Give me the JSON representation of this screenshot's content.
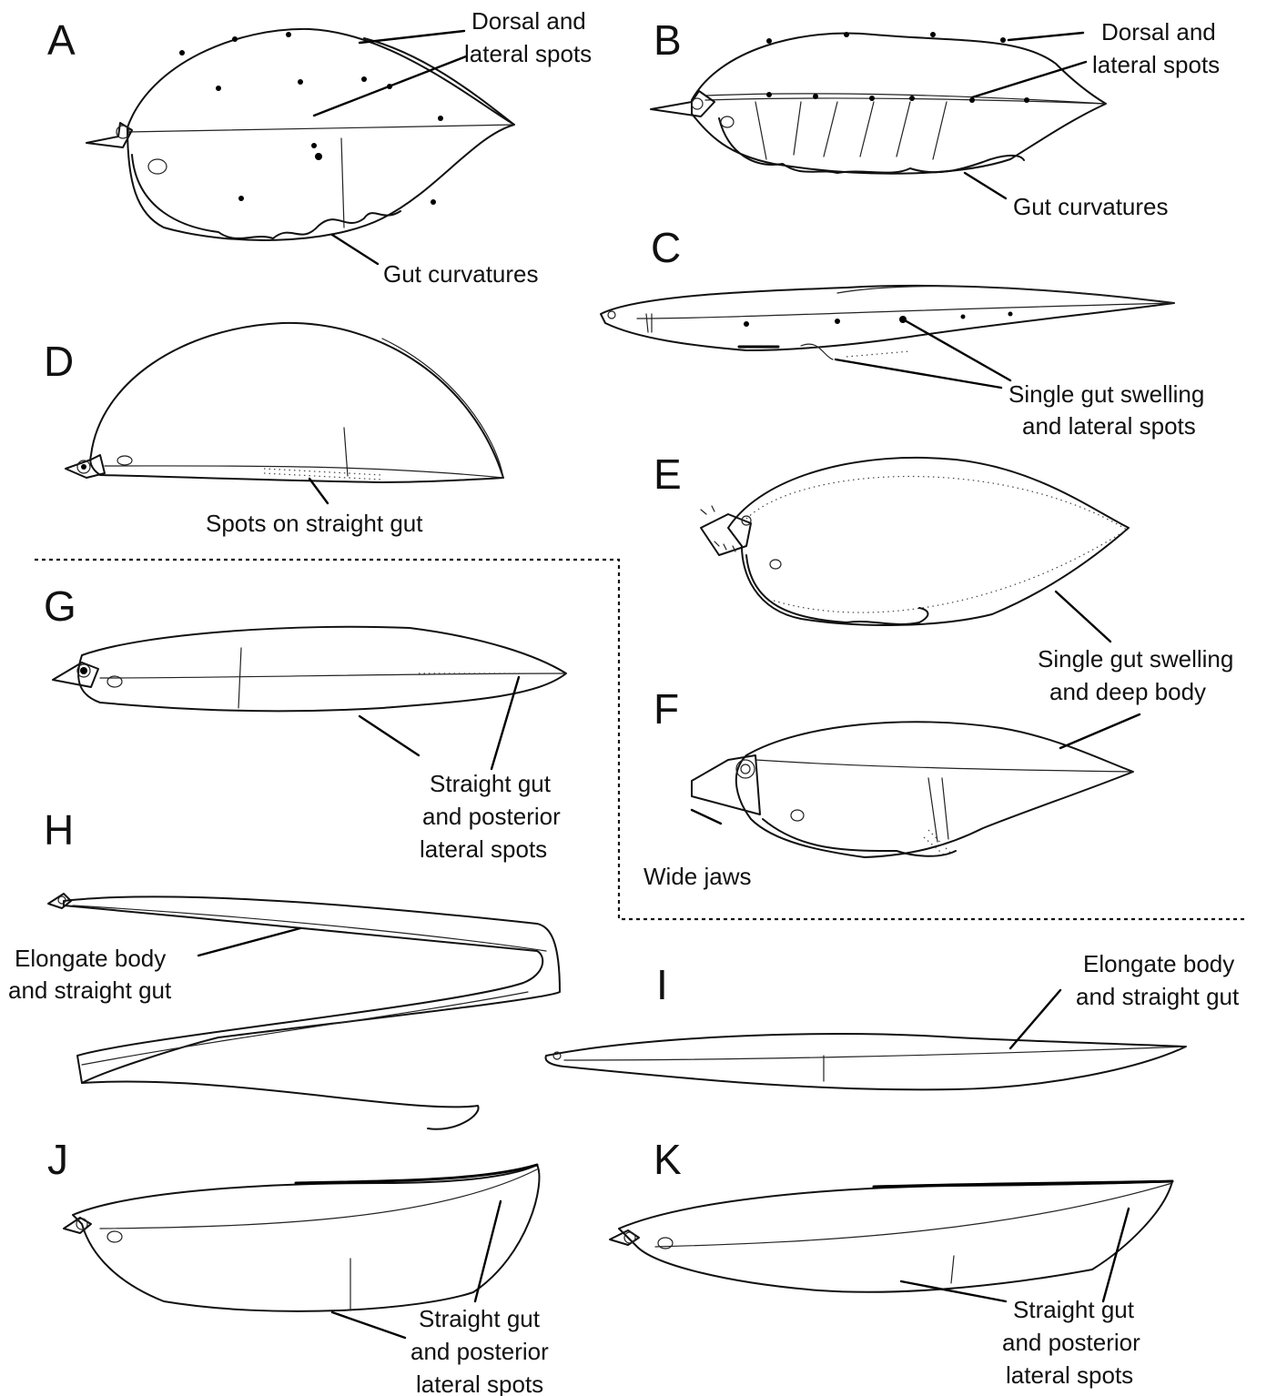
{
  "panels": {
    "A": {
      "letter": "A",
      "caption_line1": "Dorsal and",
      "caption_line2": "lateral spots",
      "caption2_line1": "Gut curvatures"
    },
    "B": {
      "letter": "B",
      "caption_line1": "Dorsal and",
      "caption_line2": "lateral spots",
      "caption2_line1": "Gut curvatures"
    },
    "C": {
      "letter": "C",
      "caption_line1": "Single gut swelling",
      "caption_line2": "and lateral spots"
    },
    "D": {
      "letter": "D",
      "caption_line1": "Spots on straight gut"
    },
    "E": {
      "letter": "E",
      "caption_line1": "Single gut swelling",
      "caption_line2": "and deep body"
    },
    "F": {
      "letter": "F",
      "caption_line1": "Wide jaws"
    },
    "G": {
      "letter": "G",
      "caption_line1": "Straight gut",
      "caption_line2": "and posterior",
      "caption_line3": "lateral spots"
    },
    "H": {
      "letter": "H",
      "caption_line1": "Elongate body",
      "caption_line2": "and straight gut"
    },
    "I": {
      "letter": "I",
      "caption_line1": "Elongate body",
      "caption_line2": "and straight gut"
    },
    "J": {
      "letter": "J",
      "caption_line1": "Straight gut",
      "caption_line2": "and posterior",
      "caption_line3": "lateral spots"
    },
    "K": {
      "letter": "K",
      "caption_line1": "Straight gut",
      "caption_line2": "and posterior",
      "caption_line3": "lateral spots"
    }
  }
}
